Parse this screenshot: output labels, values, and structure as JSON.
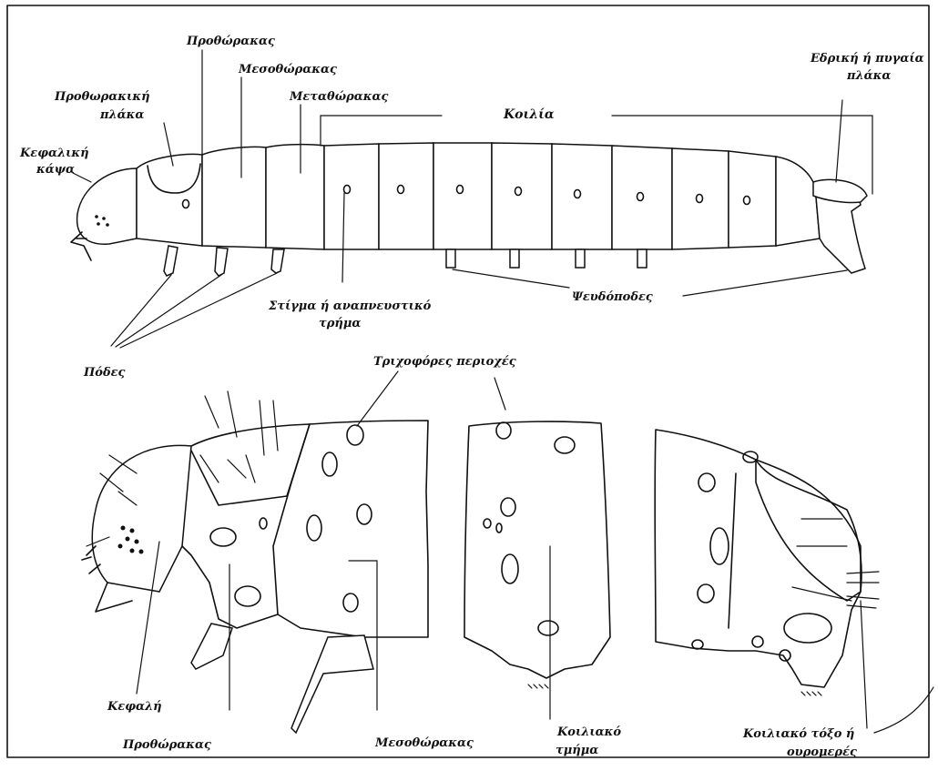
{
  "labels": {
    "prothorax_top": "Προθώρακας",
    "mesothorax_top": "Μεσοθώρακας",
    "metathorax": "Μεταθώρακας",
    "prothoracic_plate_1": "Προθωρακική",
    "prothoracic_plate_2": "πλάκα",
    "head_capsule_1": "Κεφαλική",
    "head_capsule_2": "κάψα",
    "abdomen": "Κοιλία",
    "anal_plate_1": "Εδρική ή πυγαία",
    "anal_plate_2": "πλάκα",
    "spiracle_1": "Στίγμα ή αναπνευστικό",
    "spiracle_2": "τρήμα",
    "prolegs": "Ψευδόποδες",
    "legs": "Πόδες",
    "setal_areas": "Τριχοφόρες περιοχές",
    "head": "Κεφαλή",
    "prothorax_bottom": "Προθώρακας",
    "mesothorax_bottom": "Μεσοθώρακας",
    "abdominal_segment_1": "Κοιλιακό",
    "abdominal_segment_2": "τμήμα",
    "anal_arc_1": "Κοιλιακό τόξο ή",
    "anal_arc_2": "ουρομερές"
  }
}
